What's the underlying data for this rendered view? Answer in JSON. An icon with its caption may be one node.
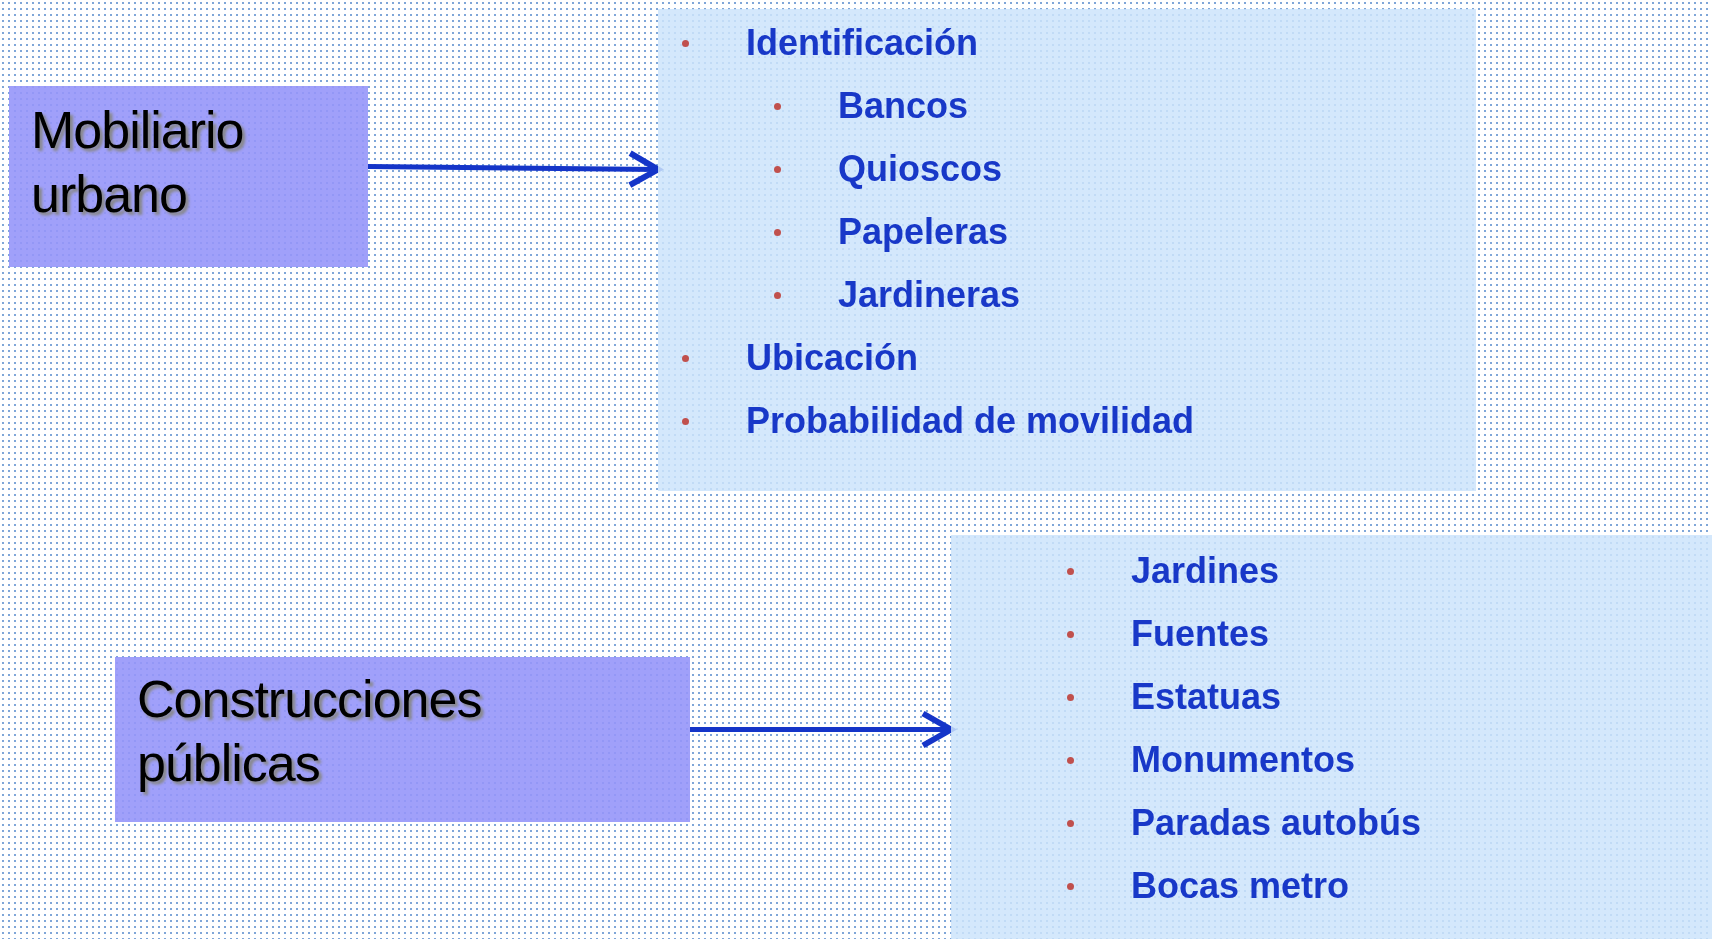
{
  "diagram": {
    "nodes": [
      {
        "text": [
          "Mobiliario urbano"
        ]
      },
      {
        "text": [
          "Identificación",
          "Bancos",
          "Quioscos",
          "Papeleras",
          "Jardineras",
          "Ubicación",
          "Probabilidad de movilidad"
        ]
      },
      {
        "text": [
          "Construcciones públicas"
        ]
      },
      {
        "text": [
          "Jardines",
          "Fuentes",
          "Estatuas",
          "Monumentos",
          "Paradas autobús",
          "Bocas metro"
        ]
      }
    ],
    "edges": [
      {
        "from": 0,
        "to": 1,
        "arrow": "to"
      },
      {
        "from": 2,
        "to": 3,
        "arrow": "to"
      }
    ]
  }
}
